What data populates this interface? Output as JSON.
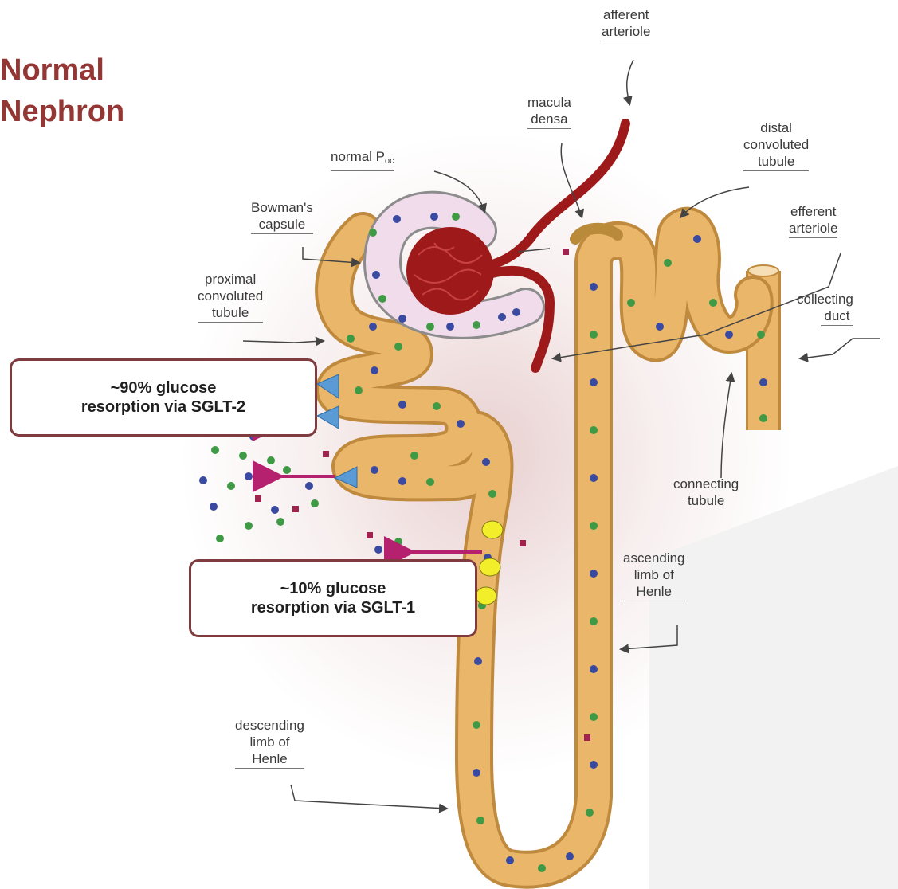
{
  "title": {
    "line1": "Normal",
    "line2": "Nephron"
  },
  "labels": {
    "afferent_arteriole": [
      "afferent",
      "arteriole"
    ],
    "macula_densa": [
      "macula",
      "densa"
    ],
    "distal_convoluted_tubule": [
      "distal",
      "convoluted",
      "tubule"
    ],
    "normal_poc": {
      "text": "normal P",
      "sub": "oc"
    },
    "bowmans_capsule": [
      "Bowman's",
      "capsule"
    ],
    "efferent_arteriole": [
      "efferent",
      "arteriole"
    ],
    "proximal_convoluted_tubule": [
      "proximal",
      "convoluted",
      "tubule"
    ],
    "collecting_duct": [
      "collecting",
      "duct"
    ],
    "connecting_tubule": [
      "connecting",
      "tubule"
    ],
    "ascending_limb": [
      "ascending",
      "limb of",
      "Henle"
    ],
    "descending_limb": [
      "descending",
      "limb of",
      "Henle"
    ]
  },
  "callouts": {
    "sglt2": [
      "~90% glucose",
      "resorption via SGLT-2"
    ],
    "sglt1": [
      "~10% glucose",
      "resorption via SGLT-1"
    ]
  },
  "colors": {
    "title": "#943634",
    "tubule": "#e9b66a",
    "tubule_outline": "#c08a3e",
    "vessel": "#9e1a1a",
    "capsule": "#f1dcec",
    "callout_border": "#7f3b3e",
    "arrow": "#b5216e",
    "transporter": "#5b9bd5"
  }
}
